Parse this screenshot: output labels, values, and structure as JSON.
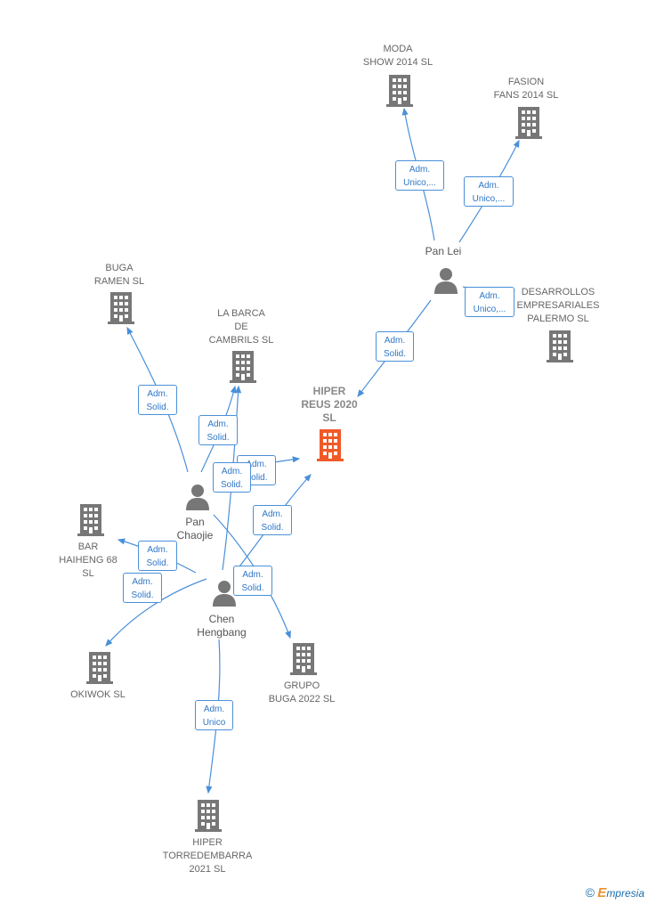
{
  "companies": {
    "moda": "MODA\nSHOW 2014  SL",
    "fasion": "FASION\nFANS 2014  SL",
    "desarrollos": "DESARROLLOS\nEMPRESARIALES\nPALERMO SL",
    "buga_ramen": "BUGA\nRAMEN  SL",
    "la_barca": "LA BARCA\nDE\nCAMBRILS  SL",
    "hiper_reus": "HIPER\nREUS 2020\nSL",
    "bar_haiheng": "BAR\nHAIHENG 68\nSL",
    "okiwok": "OKIWOK SL",
    "grupo_buga": "GRUPO\nBUGA 2022  SL",
    "hiper_torredembarra": "HIPER\nTORREDEMBARRA\n2021  SL"
  },
  "persons": {
    "pan_lei": "Pan Lei",
    "pan_chaojie": "Pan\nChaojie",
    "chen_hengbang": "Chen\nHengbang"
  },
  "edges": {
    "e1": "Adm.\nUnico,...",
    "e2": "Adm.\nUnico,...",
    "e3": "Adm.\nUnico,...",
    "e4": "Adm.\nSolid.",
    "e5": "Adm.\nSolid.",
    "e6": "Adm.\nSolid.",
    "e7": "Adm.\nSolid.",
    "e8": "Adm.\nSolid.",
    "e9": "Adm.\nSolid.",
    "e10": "Adm.\nSolid.",
    "e11": "Adm.\nSolid.",
    "e12": "Adm.\nSolid.",
    "e13": "Adm.\nUnico"
  },
  "brand": {
    "copyright": "©",
    "e": "E",
    "rest": "mpresia"
  },
  "colors": {
    "edge": "#4a90d9",
    "company": "#777777",
    "main_company": "#f05a28",
    "person": "#777777"
  }
}
